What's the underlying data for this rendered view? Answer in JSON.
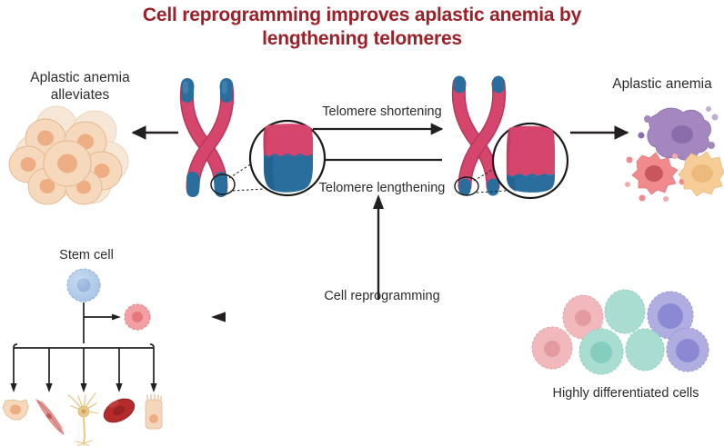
{
  "figure": {
    "title_line1": "Cell reprogramming improves aplastic anemia by",
    "title_line2": "lengthening telomeres",
    "title_color": "#9c2028",
    "background": "#ffffff"
  },
  "labels": {
    "aplastic_anemia_alleviates": "Aplastic anemia\nalleviates",
    "aplastic_anemia": "Aplastic anemia",
    "telomere_shortening": "Telomere shortening",
    "telomere_lengthening": "Telomere lengthening",
    "cell_reprogramming": "Cell reprogramming",
    "stem_cell": "Stem cell",
    "highly_differentiated_cells": "Highly differentiated cells"
  },
  "colors": {
    "chromosome_body": "#d6456c",
    "chromosome_shadow": "#b8385c",
    "telomere_blue": "#2a6e9e",
    "telomere_blue_dark": "#1f5a84",
    "arrow": "#231f20",
    "outline": "#1a1a1a",
    "healthy_cell_fill": "#f6d9bc",
    "healthy_cell_nucleus": "#eeae84",
    "anemia_purple": "#a387be",
    "anemia_purple_nucleus": "#8b6caa",
    "anemia_pink": "#f08a8d",
    "anemia_pink_nucleus": "#c9565f",
    "anemia_orange": "#f6cd97",
    "anemia_orange_nucleus": "#eeb97c",
    "stem_cell_blue": "#a8c5e8",
    "stem_cell_blue_nucleus": "#7fa5d4",
    "progenitor_pink": "#f4a0a2",
    "progenitor_pink_nucleus": "#e4787c",
    "muscle_cell": "#e89a96",
    "neuron": "#e8c98a",
    "rbc": "#b42b2b",
    "epithelial": "#f3d6bb",
    "diff_pink": "#f2b9bd",
    "diff_teal": "#a9ddd2",
    "diff_purple": "#b0aee0",
    "diff_pink_nucleus": "#e49aa0",
    "diff_teal_nucleus": "#85cdbf",
    "diff_purple_nucleus": "#8c89d4"
  },
  "elements": {
    "chromosome_left_name": "chromosome-long-telomere",
    "chromosome_right_name": "chromosome-short-telomere",
    "magnifier_left_name": "telomere-magnifier-long",
    "magnifier_right_name": "telomere-magnifier-short"
  },
  "chart_data": {
    "type": "diagram",
    "title": "Cell reprogramming improves aplastic anemia by lengthening telomeres",
    "nodes": [
      {
        "id": "aplastic-anemia-alleviates",
        "label": "Aplastic anemia alleviates",
        "position": "top-left",
        "visual": "cluster of healthy peach cells"
      },
      {
        "id": "chromosome-long",
        "label": "",
        "position": "top-center-left",
        "visual": "chromosome with long blue telomere"
      },
      {
        "id": "chromosome-short",
        "label": "",
        "position": "top-center-right",
        "visual": "chromosome with short blue telomere"
      },
      {
        "id": "aplastic-anemia",
        "label": "Aplastic anemia",
        "position": "top-right",
        "visual": "purple, pink and orange irregular cells"
      },
      {
        "id": "stem-cell",
        "label": "Stem cell",
        "position": "bottom-left",
        "visual": "blue stem cell differentiating into 5 cell types"
      },
      {
        "id": "highly-differentiated-cells",
        "label": "Highly differentiated cells",
        "position": "bottom-right",
        "visual": "pink, teal and purple round cells"
      }
    ],
    "edges": [
      {
        "from": "chromosome-long",
        "to": "aplastic-anemia-alleviates",
        "label": "",
        "direction": "left"
      },
      {
        "from": "chromosome-long",
        "to": "chromosome-short",
        "label": "Telomere shortening",
        "direction": "right"
      },
      {
        "from": "chromosome-short",
        "to": "chromosome-long",
        "label": "Telomere lengthening",
        "direction": "left"
      },
      {
        "from": "chromosome-short",
        "to": "aplastic-anemia",
        "label": "",
        "direction": "right"
      },
      {
        "from": "highly-differentiated-cells",
        "to": "stem-cell",
        "label": "Cell reprogramming",
        "direction": "left"
      },
      {
        "from": "cell-reprogramming-axis",
        "to": "telomere-lengthening",
        "label": "",
        "direction": "up"
      }
    ]
  }
}
